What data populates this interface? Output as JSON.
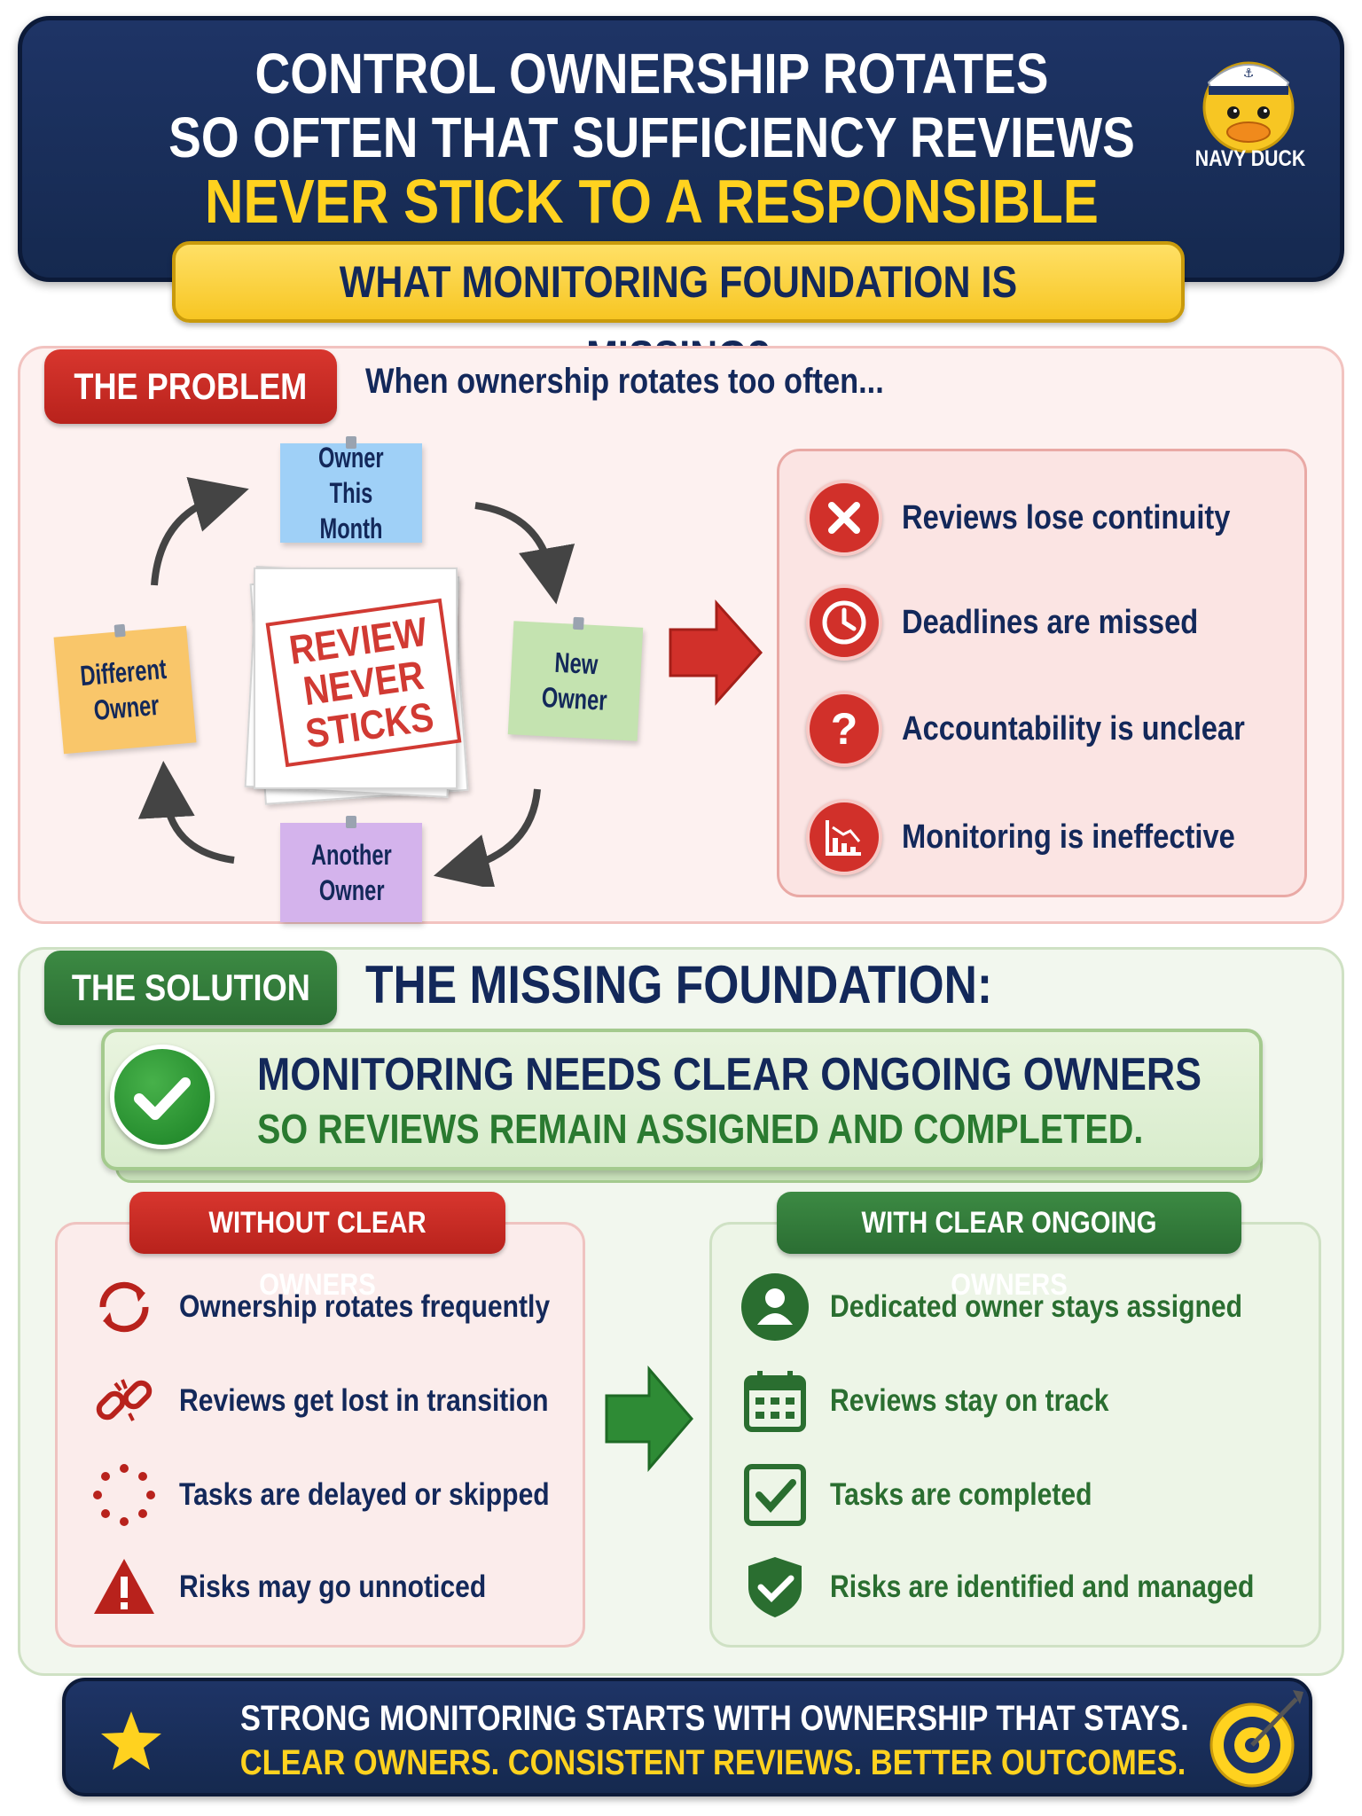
{
  "header": {
    "line1": "CONTROL OWNERSHIP ROTATES",
    "line2": "SO OFTEN THAT SUFFICIENCY REVIEWS",
    "line3": "NEVER STICK TO A RESPONSIBLE PERSON.",
    "logo_label": "NAVY DUCK",
    "question": "WHAT MONITORING FOUNDATION IS MISSING?"
  },
  "problem": {
    "tag": "THE PROBLEM",
    "subtitle": "When ownership rotates too often...",
    "cycle_notes": [
      {
        "line1": "Owner",
        "line2": "This Month",
        "color": "#9fd0f7"
      },
      {
        "line1": "New",
        "line2": "Owner",
        "color": "#c4e3b0"
      },
      {
        "line1": "Another",
        "line2": "Owner",
        "color": "#d4b3ec"
      },
      {
        "line1": "Different",
        "line2": "Owner",
        "color": "#f9c66a"
      }
    ],
    "stamp": [
      "REVIEW",
      "NEVER",
      "STICKS"
    ],
    "effects": [
      {
        "icon": "x-icon",
        "text": "Reviews lose continuity"
      },
      {
        "icon": "clock-icon",
        "text": "Deadlines are missed"
      },
      {
        "icon": "question-icon",
        "text": "Accountability is unclear"
      },
      {
        "icon": "chart-down-icon",
        "text": "Monitoring is ineffective"
      }
    ]
  },
  "solution": {
    "tag": "THE SOLUTION",
    "title": "THE MISSING FOUNDATION:",
    "banner_line1": "MONITORING NEEDS CLEAR ONGOING OWNERS",
    "banner_line2": "SO REVIEWS REMAIN ASSIGNED AND COMPLETED.",
    "without": {
      "title": "WITHOUT CLEAR OWNERS",
      "items": [
        {
          "icon": "rotate-icon",
          "text": "Ownership rotates frequently"
        },
        {
          "icon": "broken-link-icon",
          "text": "Reviews get lost in transition"
        },
        {
          "icon": "dotted-circle-icon",
          "text": "Tasks are delayed or skipped"
        },
        {
          "icon": "warning-icon",
          "text": "Risks may go unnoticed"
        }
      ]
    },
    "with": {
      "title": "WITH CLEAR ONGOING OWNERS",
      "items": [
        {
          "icon": "user-icon",
          "text": "Dedicated owner stays assigned"
        },
        {
          "icon": "calendar-icon",
          "text": "Reviews stay on track"
        },
        {
          "icon": "checkbox-icon",
          "text": "Tasks are completed"
        },
        {
          "icon": "shield-check-icon",
          "text": "Risks are identified and managed"
        }
      ]
    }
  },
  "footer": {
    "line1": "STRONG MONITORING STARTS WITH OWNERSHIP THAT STAYS.",
    "line2": "CLEAR OWNERS. CONSISTENT REVIEWS. BETTER OUTCOMES."
  },
  "colors": {
    "navy": "#13285a",
    "yellow": "#ffd21f",
    "red": "#d1302a",
    "green": "#2a7a30"
  }
}
